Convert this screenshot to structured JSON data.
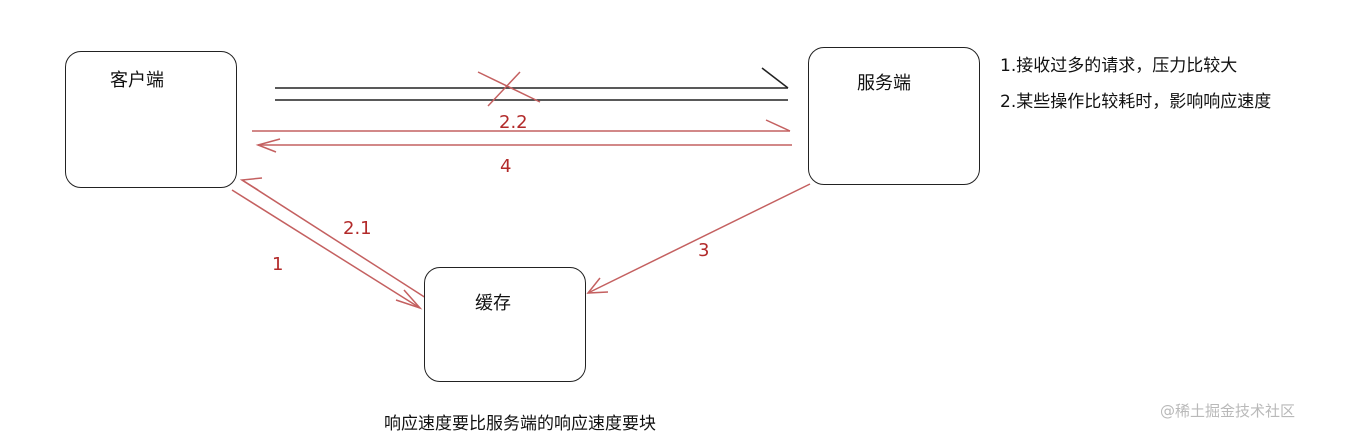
{
  "nodes": {
    "client": "客户端",
    "server": "服务端",
    "cache": "缓存"
  },
  "edge_labels": {
    "e1": "1",
    "e2_1": "2.1",
    "e2_2": "2.2",
    "e3": "3",
    "e4": "4"
  },
  "notes": [
    "1.接收过多的请求，压力比较大",
    "2.某些操作比较耗时，影响响应速度"
  ],
  "caption": "响应速度要比服务端的响应速度要块",
  "watermark": "@稀土掘金技术社区",
  "colors": {
    "stroke": "#222222",
    "accent": "#b22a2a"
  }
}
